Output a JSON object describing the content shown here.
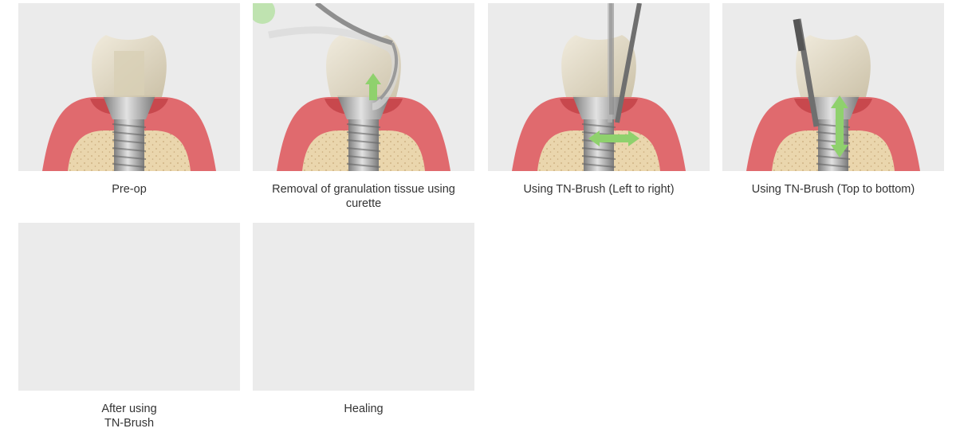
{
  "steps": [
    {
      "caption": "Pre-op",
      "illustration": "pre-op"
    },
    {
      "caption": "Removal of granulation tissue using curette",
      "illustration": "curette-removal"
    },
    {
      "caption": "Using TN-Brush (Left to right)",
      "illustration": "brush-horizontal"
    },
    {
      "caption": "Using TN-Brush (Top to bottom)",
      "illustration": "brush-vertical"
    },
    {
      "caption": "After using\nTN-Brush",
      "illustration": "blank"
    },
    {
      "caption": "Healing",
      "illustration": "blank"
    }
  ],
  "colors": {
    "background": "#ebebeb",
    "gum": "#e06a6e",
    "bone": "#ead6ad",
    "crown": "#e7dfca",
    "metal": "#9a9a9a",
    "arrow": "#8fd16d"
  }
}
